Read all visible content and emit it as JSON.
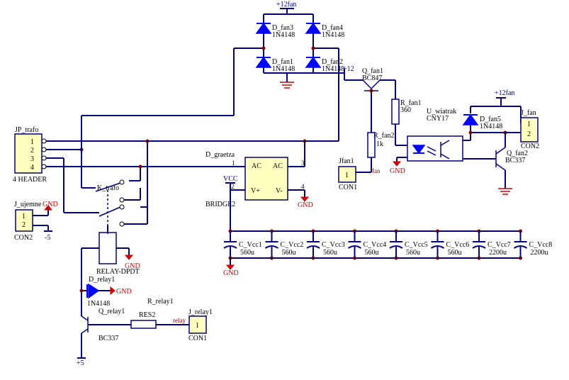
{
  "power": {
    "v12fan_top": "+12fan",
    "v12_qfan1": "+12",
    "v12fan_right": "+12fan",
    "vcc": "VCC",
    "minus5": "-5",
    "plus5": "+5"
  },
  "gnd": {
    "label": "GND"
  },
  "bridge_fan": {
    "d3_ref": "D_fan3",
    "d3_val": "1N4148",
    "d4_ref": "D_fan4",
    "d4_val": "1N4148",
    "d1_ref": "D_fan1",
    "d1_val": "1N4148",
    "d2_ref": "D_fan2",
    "d2_val": "1N4148"
  },
  "transformer_header": {
    "ref": "JP_trafo",
    "value": "4 HEADER",
    "pins": [
      "1",
      "2",
      "3",
      "4"
    ]
  },
  "j_ujemne": {
    "ref": "J_ujemne",
    "value": "CON2",
    "pins": [
      "1",
      "2"
    ]
  },
  "relay_switch": {
    "ref": "K_trafo"
  },
  "relay": {
    "value": "RELAY-DPDT"
  },
  "d_relay1": {
    "ref": "D_relay1",
    "value": "1N4148"
  },
  "r_relay1": {
    "ref": "R_relay1",
    "value": "RES2"
  },
  "q_relay1": {
    "ref": "Q_relay1",
    "value": "BC337"
  },
  "j_relay1": {
    "ref": "J_relay1",
    "value": "CON1",
    "pin": "1",
    "net": "relay"
  },
  "bridge_main": {
    "ref": "D_graetza",
    "value": "BRIDGE2",
    "ac_left": "AC",
    "ac_right": "AC",
    "vplus": "V+",
    "vminus": "V-",
    "pin1": "1",
    "pin2": "2",
    "pin3": "3",
    "pin4": "4"
  },
  "q_fan1": {
    "ref": "Q_fan1",
    "value": "BC847"
  },
  "r_fan1": {
    "ref": "R_fan1",
    "value": "360"
  },
  "r_fan2": {
    "ref": "R_fan2",
    "value": "1k"
  },
  "jfan1": {
    "ref": "Jfan1",
    "value": "CON1",
    "pin": "1",
    "net": "fan"
  },
  "u_wiatrak": {
    "ref": "U_wiatrak",
    "value": "CNY17"
  },
  "d_fan5": {
    "ref": "D_fan5",
    "value": "1N4148"
  },
  "j_fan": {
    "ref": "J_fan",
    "value": "CON2",
    "pins": [
      "1",
      "2"
    ]
  },
  "q_fan2": {
    "ref": "Q_fan2",
    "value": "BC337"
  },
  "capacitors": [
    {
      "ref": "C_Vcc1",
      "value": "560u"
    },
    {
      "ref": "C_Vcc2",
      "value": "560u"
    },
    {
      "ref": "C_Vcc3",
      "value": "560u"
    },
    {
      "ref": "C_Vcc4",
      "value": "560u"
    },
    {
      "ref": "C_Vcc5",
      "value": "560u"
    },
    {
      "ref": "C_Vcc6",
      "value": "560u"
    },
    {
      "ref": "C_Vcc7",
      "value": "2200u"
    },
    {
      "ref": "C_Vcc8",
      "value": "2200u"
    }
  ]
}
